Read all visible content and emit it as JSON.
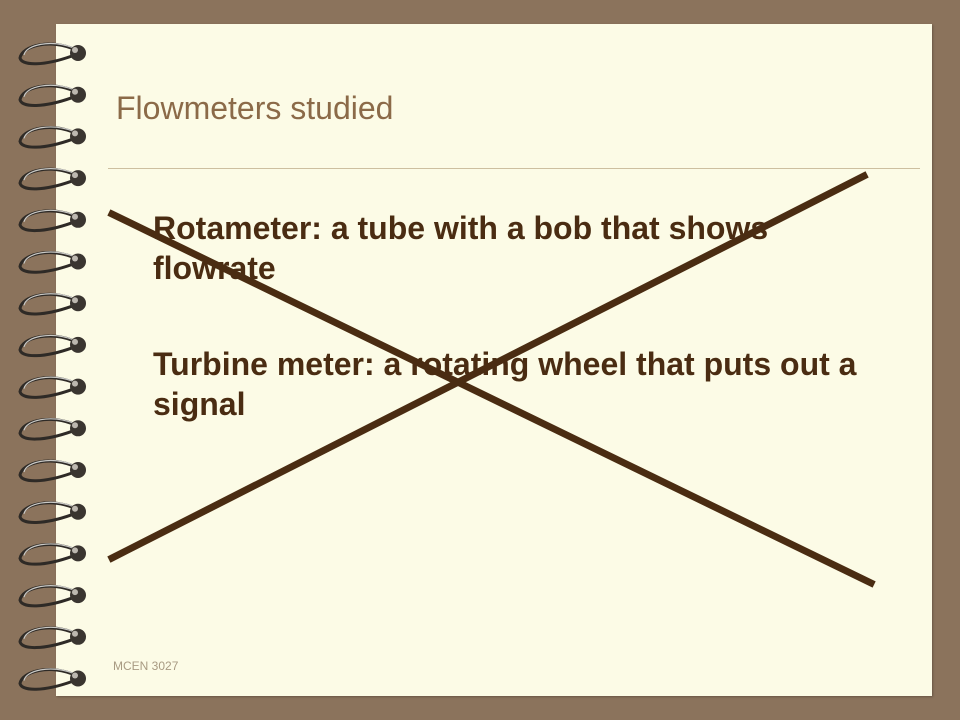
{
  "slide": {
    "title": "Flowmeters studied",
    "bullets": [
      "Rotameter: a tube with a bob that shows flowrate",
      "Turbine meter: a rotating wheel that puts out a signal"
    ],
    "footer": "MCEN 3027"
  },
  "colors": {
    "background": "#8b735c",
    "page": "#fcfbe6",
    "title": "#8b6a48",
    "text": "#4a2c12",
    "cross": "#4a2c12"
  },
  "icons": {
    "binding": "spiral-binding-icon",
    "cross": "cross-out-icon"
  }
}
